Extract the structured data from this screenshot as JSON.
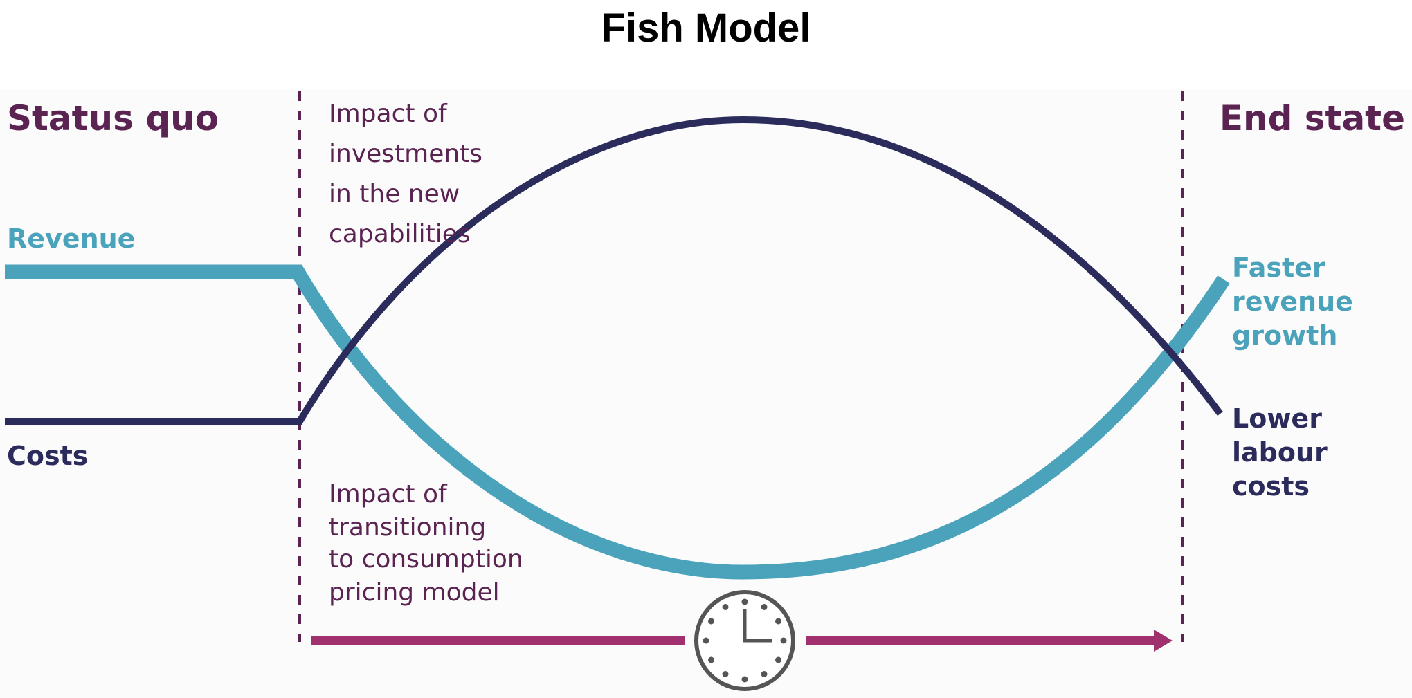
{
  "title": "Fish Model",
  "left_heading": "Status quo",
  "right_heading": "End state",
  "revenue_label": "Revenue",
  "costs_label": "Costs",
  "investment_note": [
    "Impact of",
    "investments",
    "in the new",
    "capabilities"
  ],
  "transition_note": [
    "Impact of",
    "transitioning",
    "to consumption",
    "pricing model"
  ],
  "revenue_end_label": [
    "Faster",
    "revenue",
    "growth"
  ],
  "costs_end_label": [
    "Lower",
    "labour",
    "costs"
  ],
  "icons": {
    "time": "clock-icon",
    "timeline": "arrow-right-icon"
  },
  "colors": {
    "heading": "#5a2352",
    "revenue": "#4aa3bb",
    "costs": "#2b2b5c",
    "timeline": "#a0306e",
    "clock": "#555555"
  }
}
